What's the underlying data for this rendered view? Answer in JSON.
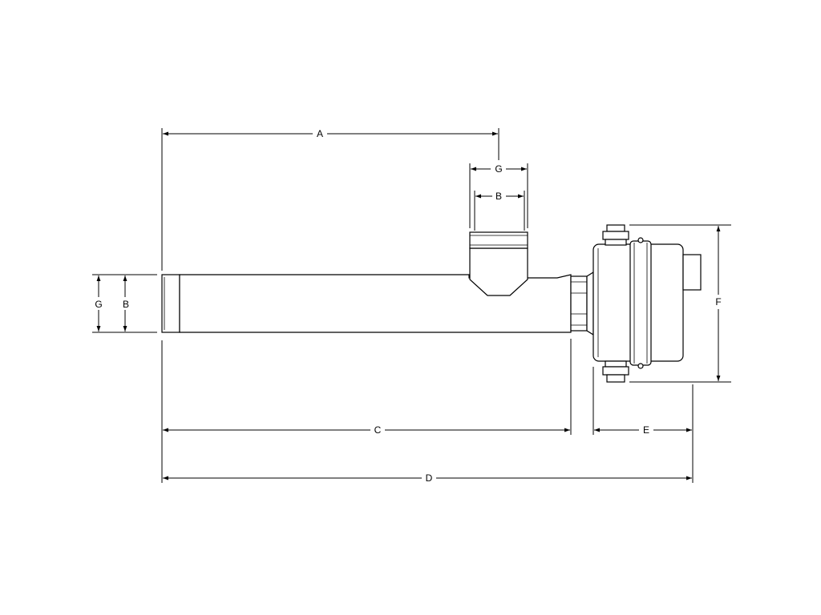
{
  "dimensions": {
    "A": "A",
    "B": "B",
    "C": "C",
    "D": "D",
    "E": "E",
    "F": "F",
    "G": "G"
  }
}
